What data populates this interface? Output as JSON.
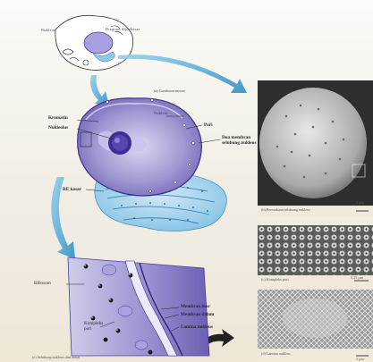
{
  "labels": {
    "nucleus_small": "Nukleus",
    "enlarged_region": "Diagram diperbesar",
    "caption_a": "(a) Gambaran umum",
    "nucleus": "Nukleus",
    "chromatin": "Kromatin",
    "nucleolus": "Nukleolus",
    "pore": "Pori",
    "double_membrane": "Dua membran selubung nukleus",
    "rough_er": "RE kasar",
    "ribosome": "Ribosom",
    "outer_membrane": "Membran luar",
    "inner_membrane": "Membran dalam",
    "nuclear_lamina": "Lamina nukleus",
    "pore_complex": "Kompleks pori",
    "caption_e": "(e) Selubung nukleus dari dekat"
  },
  "micrographs": {
    "b_caption": "(b) Permukaan selubung nukleus",
    "b_scale": "1 µm",
    "c_caption": "(c) Kompleks pori",
    "c_scale": "0.25 µm",
    "d_caption": "(d) Lamina nukleus",
    "d_scale": "1 µm"
  },
  "colors": {
    "nucleus": "#9f98d2",
    "nucleolus": "#3e2e94",
    "rough_er": "#7fbfe4",
    "arrow": "#2f8fc4"
  }
}
